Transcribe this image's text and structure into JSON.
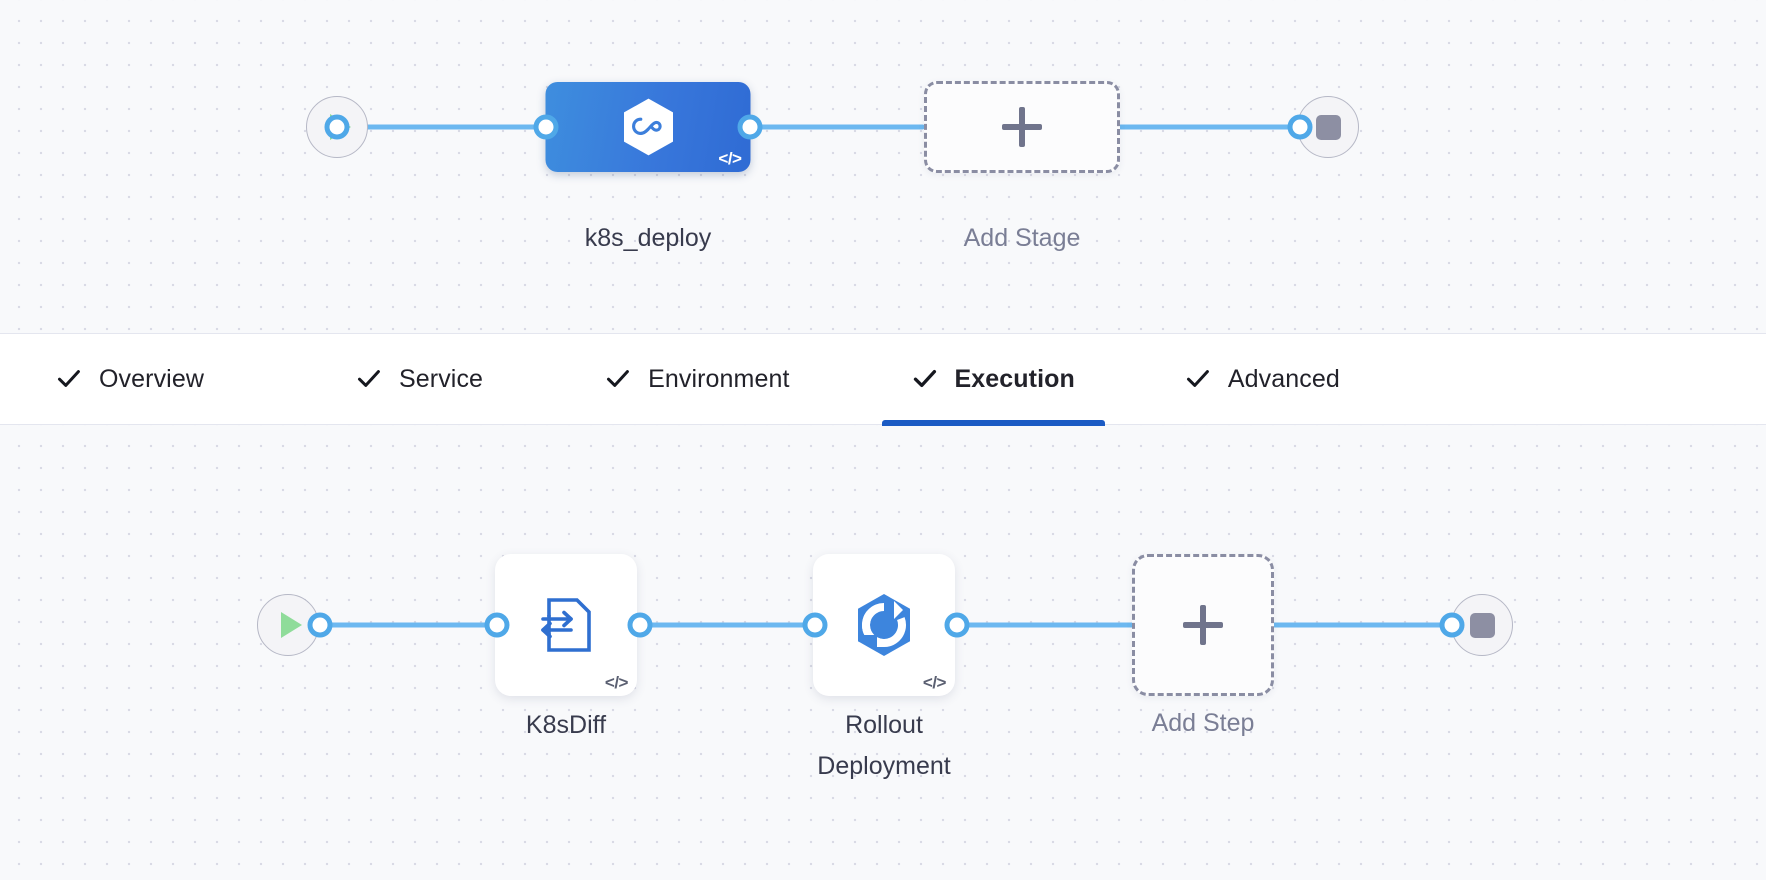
{
  "stage_canvas": {
    "name": "stage-graph",
    "start_node": {
      "icon": "play-icon",
      "title": "Start"
    },
    "end_node": {
      "icon": "stop-icon",
      "title": "End"
    },
    "nodes": [
      {
        "id": "k8s_deploy",
        "label": "k8s_deploy",
        "type": "stage",
        "icon": "harness-cd-hexagon-icon",
        "code_badge": "</>",
        "selected": true,
        "color": "#3877db"
      },
      {
        "id": "add_stage",
        "label": "Add Stage",
        "type": "add",
        "icon": "plus-icon"
      }
    ]
  },
  "tabbar": {
    "name": "stage-config-tabs",
    "active_color": "#1b5bc4",
    "tabs": [
      {
        "id": "overview",
        "label": "Overview",
        "checked": true,
        "active": false
      },
      {
        "id": "service",
        "label": "Service",
        "checked": true,
        "active": false
      },
      {
        "id": "environment",
        "label": "Environment",
        "checked": true,
        "active": false
      },
      {
        "id": "execution",
        "label": "Execution",
        "checked": true,
        "active": true
      },
      {
        "id": "advanced",
        "label": "Advanced",
        "checked": true,
        "active": false
      }
    ]
  },
  "step_canvas": {
    "name": "execution-step-graph",
    "start_node": {
      "icon": "play-icon",
      "title": "Start"
    },
    "end_node": {
      "icon": "stop-icon",
      "title": "End"
    },
    "nodes": [
      {
        "id": "k8s_diff",
        "label": "K8sDiff",
        "type": "step",
        "icon": "file-diff-icon",
        "code_badge": "</>"
      },
      {
        "id": "rollout_deployment",
        "label": "Rollout\nDeployment",
        "type": "step",
        "icon": "rollout-hexagon-icon",
        "code_badge": "</>"
      },
      {
        "id": "add_step",
        "label": "Add Step",
        "type": "add",
        "icon": "plus-icon"
      }
    ]
  },
  "colors": {
    "edge": "#6cb8f0",
    "port_ring": "#4fa8e8",
    "play": "#8fdc9a",
    "stop": "#8d8fa3",
    "icon_blue": "#3d7fdb",
    "canvas_bg": "#f8f9fb"
  }
}
